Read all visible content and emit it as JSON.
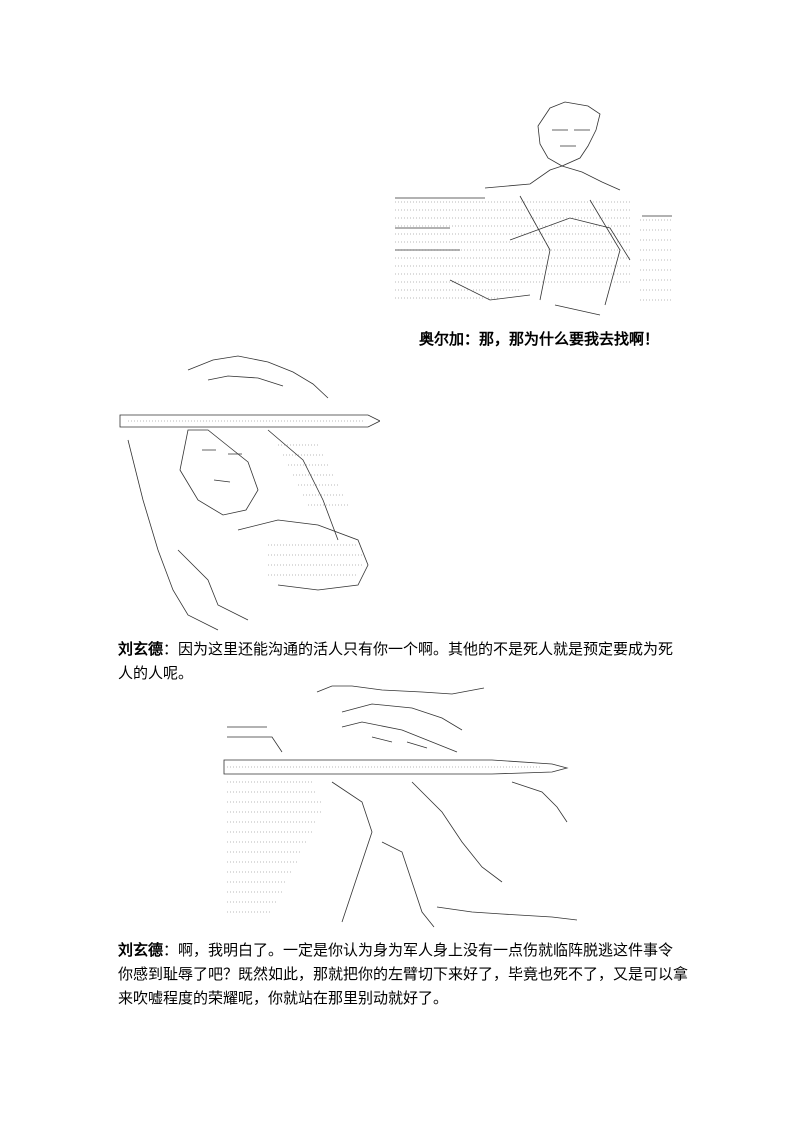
{
  "panels": [
    {
      "art": "ascii-art-soldier-sitting-at-table",
      "speaker": "奥尔加",
      "separator": "：",
      "text": "那，那为什么要我去找啊！"
    },
    {
      "art": "ascii-art-liu-xuande-with-sword",
      "speaker": "刘玄德",
      "separator": "：",
      "text": "因为这里还能沟通的活人只有你一个啊。其他的不是死人就是预定要成为死人的人呢。"
    },
    {
      "art": "ascii-art-swordsman-attack",
      "speaker": "刘玄德",
      "separator": "：",
      "text": "啊，我明白了。一定是你认为身为军人身上没有一点伤就临阵脱逃这件事令你感到耻辱了吧？既然如此，那就把你的左臂切下来好了，毕竟也死不了，又是可以拿来吹嘘程度的荣耀呢，你就站在那里别动就好了。"
    }
  ]
}
